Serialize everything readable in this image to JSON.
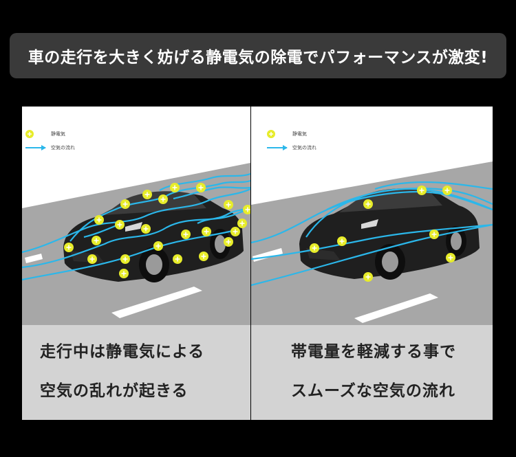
{
  "banner": {
    "title": "車の走行を大きく妨げる静電気の除電でパフォーマンスが激変!"
  },
  "legend": {
    "static_label": "静電気",
    "airflow_label": "空気の流れ"
  },
  "colors": {
    "charge": "#e7ec2a",
    "airflow": "#2bb7ea",
    "car": "#1f1f1f",
    "road": "#a6a6a6"
  },
  "panels": [
    {
      "caption_line1": "走行中は静電気による",
      "caption_line2": "空気の乱れが起きる"
    },
    {
      "caption_line1": "帯電量を軽減する事で",
      "caption_line2": "スムーズな空気の流れ"
    }
  ]
}
